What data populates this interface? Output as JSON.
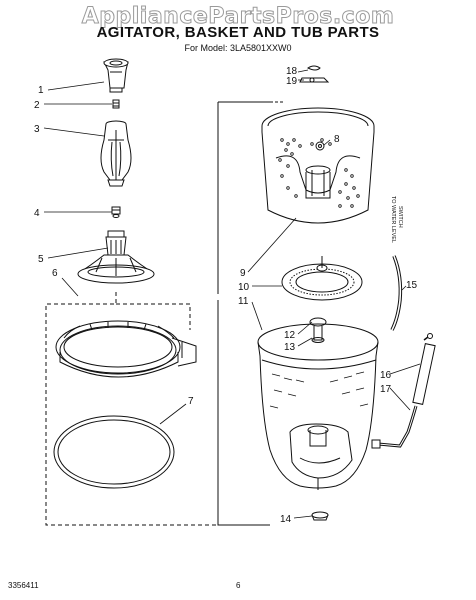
{
  "watermark": "AppliancePartsPros.com",
  "title": "AGITATOR, BASKET AND TUB PARTS",
  "model_line": "For Model: 3LA5801XXW0",
  "side_note": [
    "TO WATER LEVEL",
    "SWITCH"
  ],
  "footer": {
    "left": "3356411",
    "page": "6"
  },
  "callouts": [
    {
      "id": "1",
      "label": "1"
    },
    {
      "id": "2",
      "label": "2"
    },
    {
      "id": "3",
      "label": "3"
    },
    {
      "id": "4",
      "label": "4"
    },
    {
      "id": "5",
      "label": "5"
    },
    {
      "id": "6",
      "label": "6"
    },
    {
      "id": "7",
      "label": "7"
    },
    {
      "id": "8",
      "label": "8"
    },
    {
      "id": "9",
      "label": "9"
    },
    {
      "id": "10",
      "label": "10"
    },
    {
      "id": "11",
      "label": "11"
    },
    {
      "id": "12",
      "label": "12"
    },
    {
      "id": "13",
      "label": "13"
    },
    {
      "id": "14",
      "label": "14"
    },
    {
      "id": "15",
      "label": "15"
    },
    {
      "id": "16",
      "label": "16"
    },
    {
      "id": "17",
      "label": "17"
    },
    {
      "id": "18",
      "label": "18"
    },
    {
      "id": "19",
      "label": "19"
    }
  ]
}
